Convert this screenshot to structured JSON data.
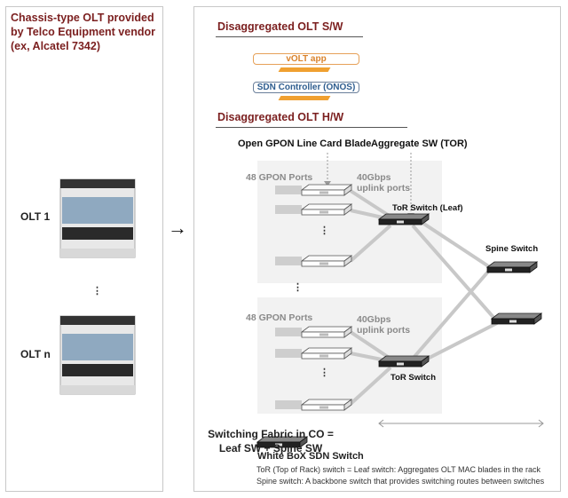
{
  "left_panel": {
    "title_lines": [
      "Chassis-type OLT  provided",
      "by Telco Equipment vendor",
      "(ex, Alcatel 7342)"
    ],
    "olts": [
      {
        "label": "OLT 1"
      },
      {
        "label": "OLT n"
      }
    ],
    "ellipsis": "⋮"
  },
  "transition_arrow": "→",
  "right_panel": {
    "software": {
      "title": "Disaggregated OLT S/W",
      "layers": [
        {
          "label": "vOLT app",
          "color": "#d9822b"
        },
        {
          "label": "SDN Controller (ONOS)",
          "color": "#2e5d8f"
        }
      ]
    },
    "hardware": {
      "title": "Disaggregated OLT H/W",
      "callouts": {
        "line_card": "Open GPON Line Card Blade",
        "aggregate": "Aggregate SW (TOR)"
      },
      "racks": [
        {
          "ports_label": "48 GPON Ports",
          "uplink_label": [
            "40Gbps",
            "uplink ports"
          ],
          "tor_label": "ToR Switch (Leaf)"
        },
        {
          "ports_label": "48 GPON Ports",
          "uplink_label": [
            "40Gbps",
            "uplink ports"
          ],
          "tor_label": "ToR Switch"
        }
      ],
      "spine_label": "Spine Switch",
      "ellipsis": "⋮",
      "fabric_label": [
        "Switching Fabric in CO =",
        "Leaf SW + Spine SW"
      ],
      "legend": {
        "label": "White BoX SDN Switch"
      },
      "notes": [
        "ToR (Top of Rack) switch = Leaf switch: Aggregates OLT MAC blades in the rack",
        "Spine switch: A backbone switch that provides switching routes between switches"
      ]
    }
  },
  "colors": {
    "title_red": "#7b1f1f",
    "rack_bg": "#f2f2f2",
    "link_gray": "#c8c8c8"
  }
}
